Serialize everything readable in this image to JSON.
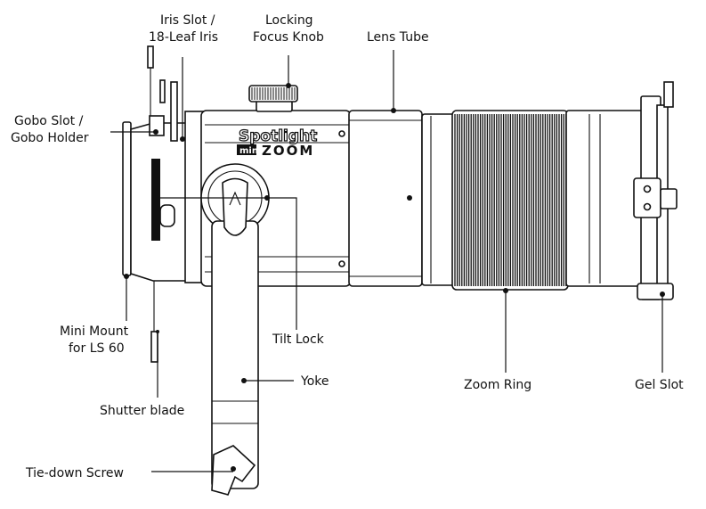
{
  "product": {
    "brand_top": "Spotlight",
    "brand_mini": "mini",
    "brand_zoom": "ZOOM"
  },
  "labels": {
    "iris_slot_1": "Iris Slot /",
    "iris_slot_2": "18-Leaf Iris",
    "focus_knob_1": "Locking",
    "focus_knob_2": "Focus Knob",
    "lens_tube": "Lens Tube",
    "gobo_slot_1": "Gobo Slot /",
    "gobo_slot_2": "Gobo Holder",
    "mini_mount_1": "Mini Mount",
    "mini_mount_2": "for LS 60",
    "tilt_lock": "Tilt Lock",
    "yoke": "Yoke",
    "zoom_ring": "Zoom Ring",
    "gel_slot": "Gel Slot",
    "shutter_blade": "Shutter blade",
    "tie_down": "Tie-down Screw"
  }
}
